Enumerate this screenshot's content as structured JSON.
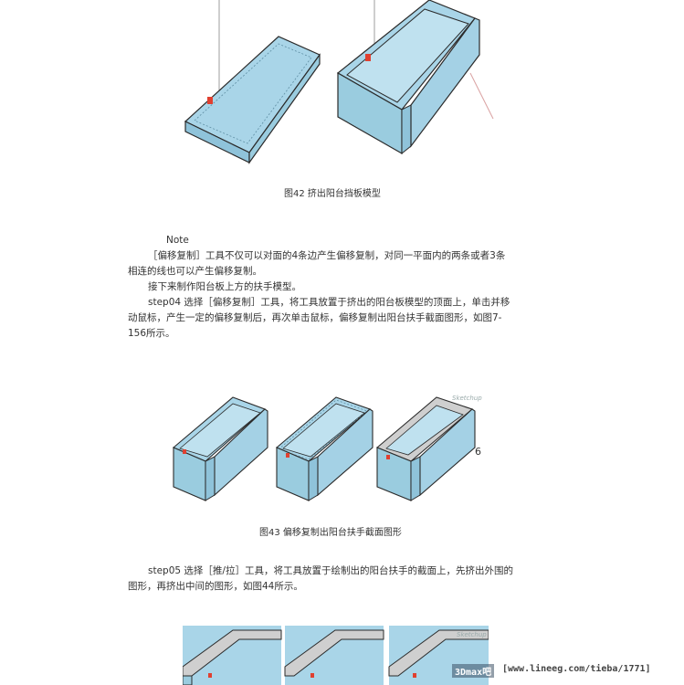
{
  "figure42": {
    "caption": "图42 挤出阳台挡板模型"
  },
  "note": {
    "label": "Note",
    "lines": [
      "［偏移复制］工具不仅可以对面的4条边产生偏移复制，对同一平面内的两条或者3条",
      "相连的线也可以产生偏移复制。",
      "接下来制作阳台板上方的扶手模型。",
      "step04 选择［偏移复制］工具，将工具放置于挤出的阳台板模型的顶面上，单击并移",
      "动鼠标，产生一定的偏移复制后，再次单击鼠标，偏移复制出阳台扶手截面图形，如图7-",
      "156所示。"
    ]
  },
  "figure43": {
    "caption": "图43 偏移复制出阳台扶手截面图形",
    "marker": "6"
  },
  "step05": {
    "lines": [
      "step05 选择［推/拉］工具，将工具放置于绘制出的阳台扶手的截面上，先挤出外围的",
      "图形，再挤出中间的图形，如图44所示。"
    ]
  },
  "watermark": {
    "brand": "3Dmax吧",
    "url": "[www.lineeg.com/tieba/1771]"
  },
  "colors": {
    "fill": "#a9d5e8",
    "fillDark": "#8fc3da",
    "edge": "#2b2b2b",
    "rim": "#cfcfcf"
  }
}
